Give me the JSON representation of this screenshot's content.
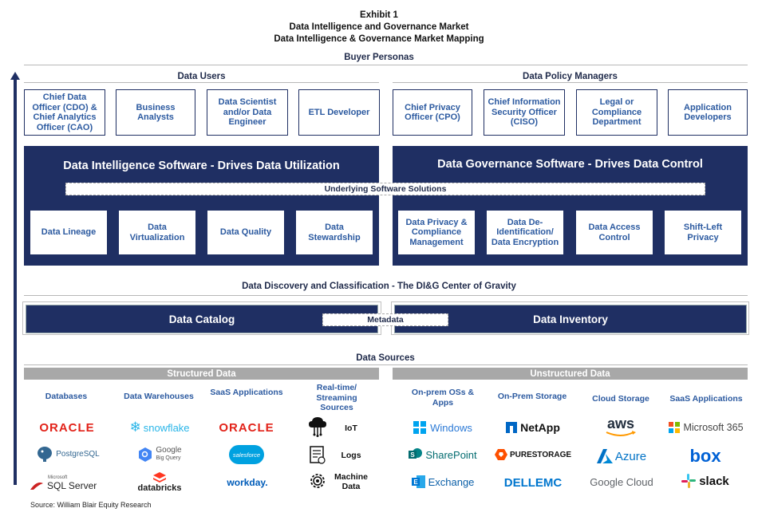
{
  "header": {
    "exhibit": "Exhibit 1",
    "title": "Data Intelligence and Governance Market",
    "subtitle": "Data Intelligence & Governance Market Mapping"
  },
  "buyer_personas": {
    "label": "Buyer Personas",
    "data_users": {
      "label": "Data Users",
      "items": [
        "Chief Data Officer (CDO) & Chief Analytics Officer (CAO)",
        "Business Analysts",
        "Data Scientist and/or Data Engineer",
        "ETL Developer"
      ]
    },
    "policy_managers": {
      "label": "Data Policy Managers",
      "items": [
        "Chief Privacy Officer (CPO)",
        "Chief Information Security Officer (CISO)",
        "Legal or Compliance Department",
        "Application Developers"
      ]
    }
  },
  "software": {
    "intelligence_title": "Data Intelligence Software - Drives Data Utilization",
    "governance_title": "Data Governance Software - Drives Data Control",
    "underlying_label": "Underlying Software Solutions",
    "intelligence_items": [
      "Data Lineage",
      "Data Virtualization",
      "Data Quality",
      "Data Stewardship"
    ],
    "governance_items": [
      "Data Privacy & Compliance Management",
      "Data De-Identification/ Data Encryption",
      "Data Access Control",
      "Shift-Left Privacy"
    ]
  },
  "discovery": {
    "label": "Data Discovery and Classification - The DI&G Center of Gravity",
    "catalog": "Data Catalog",
    "metadata": "Metadata",
    "inventory": "Data Inventory"
  },
  "sources": {
    "label": "Data Sources",
    "structured_label": "Structured Data",
    "unstructured_label": "Unstructured Data",
    "categories": [
      "Databases",
      "Data Warehouses",
      "SaaS Applications",
      "Real-time/ Streaming Sources",
      "On-prem OSs & Apps",
      "On-Prem Storage",
      "Cloud Storage",
      "SaaS Applications"
    ],
    "databases": [
      "ORACLE",
      "PostgreSQL",
      "Microsoft",
      "SQL Server"
    ],
    "warehouses": [
      "snowflake",
      "Google",
      "Big Query",
      "databricks"
    ],
    "saas": [
      "ORACLE",
      "salesforce",
      "workday."
    ],
    "streaming": [
      "IoT",
      "Logs",
      "Machine Data"
    ],
    "onprem_os": [
      "Windows",
      "SharePoint",
      "Exchange"
    ],
    "onprem_storage": [
      "NetApp",
      "PURESTORAGE",
      "DELLEMC"
    ],
    "cloud_storage": [
      "aws",
      "Azure",
      "Google Cloud"
    ],
    "saas_unstructured": [
      "Microsoft 365",
      "box",
      "slack"
    ]
  },
  "footer": {
    "source": "Source: William Blair Equity Research"
  },
  "colors": {
    "navy": "#1f2f63",
    "accent_blue": "#2c5aa0",
    "grey": "#a8a8a8",
    "oracle_red": "#e2231a"
  }
}
